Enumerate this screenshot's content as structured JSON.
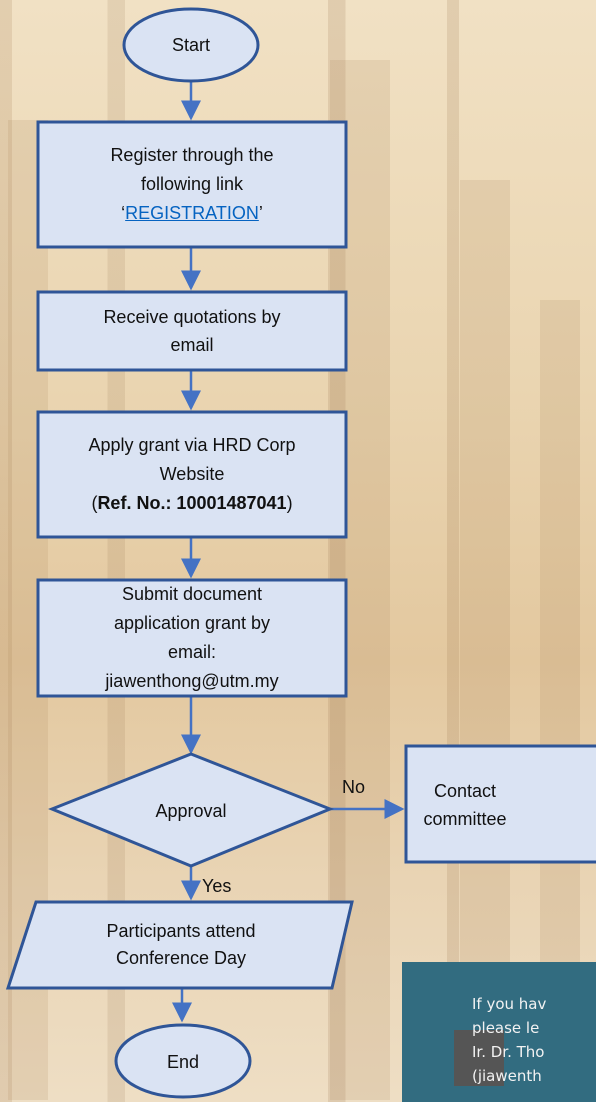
{
  "nodes": {
    "start": "Start",
    "register": {
      "line1": "Register through the",
      "line2": "following link",
      "link_open_quote": "‘",
      "link": "REGISTRATION",
      "link_close_quote": "’"
    },
    "receive": {
      "line1": "Receive quotations by",
      "line2": "email"
    },
    "apply": {
      "line1": "Apply grant via HRD Corp",
      "line2": "Website",
      "ref_open": "(",
      "ref_bold": "Ref. No.: 10001487041",
      "ref_close": ")"
    },
    "submit": {
      "line1": "Submit document",
      "line2": "application grant by",
      "line3": "email:",
      "line4": "jiawenthong@utm.my"
    },
    "approval": "Approval",
    "contact": {
      "line1": "Contact",
      "line2": "committee"
    },
    "attend": {
      "line1": "Participants attend",
      "line2": "Conference Day"
    },
    "end": "End"
  },
  "edge_labels": {
    "no": "No",
    "yes": "Yes"
  },
  "info_box": {
    "line1": "If you hav",
    "line2": "please le",
    "line3": "Ir. Dr. Tho",
    "line4": "(jiawenth"
  },
  "colors": {
    "node_fill": "#dae3f3",
    "node_border": "#2f5597",
    "arrow": "#4472c4",
    "info_bg": "#326c80"
  }
}
